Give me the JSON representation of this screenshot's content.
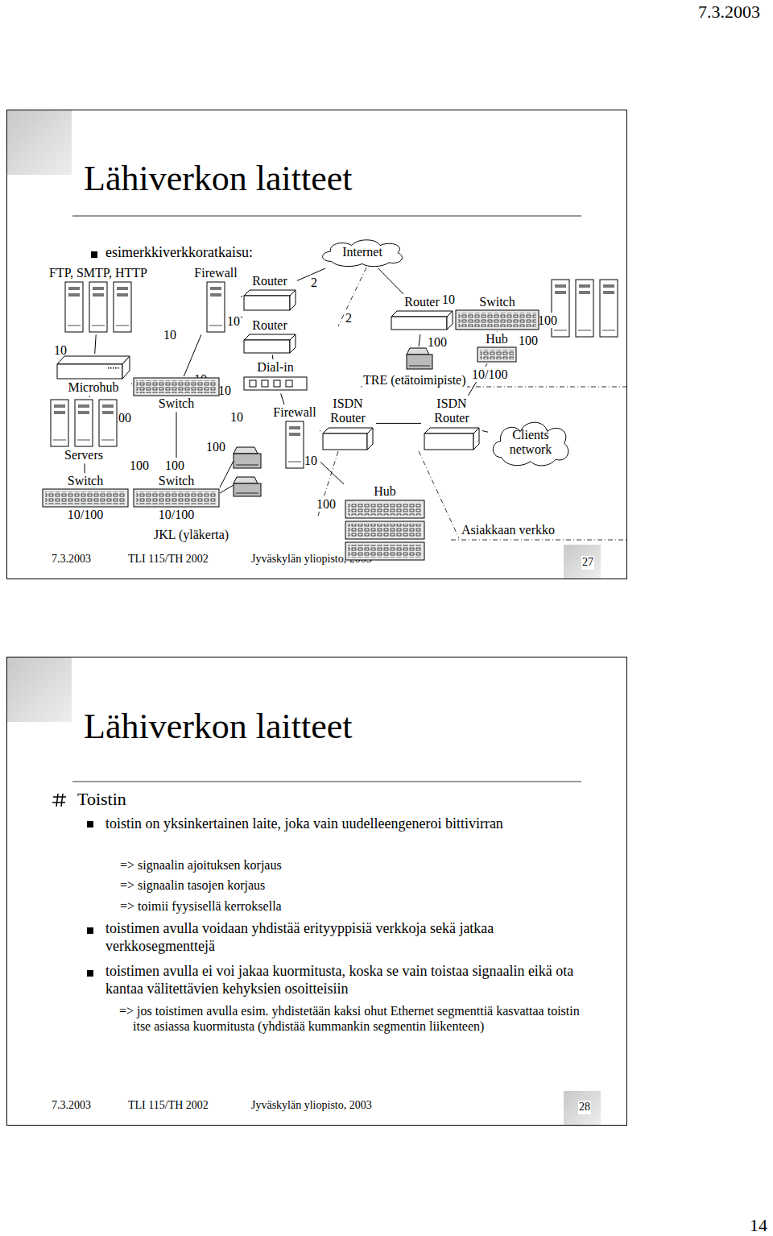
{
  "diagram": {
    "nodes": [
      {
        "text": [
          "FTP, SMTP, HTTP"
        ]
      },
      {
        "text": [
          "Firewall"
        ]
      },
      {
        "text": [
          "Router"
        ]
      },
      {
        "text": [
          "Router"
        ]
      },
      {
        "text": [
          "Dial-in"
        ]
      },
      {
        "text": [
          "Internet"
        ]
      },
      {
        "text": [
          "Microhub"
        ]
      },
      {
        "text": [
          "Switch"
        ]
      },
      {
        "text": [
          "Firewall"
        ]
      },
      {
        "text": [
          "ISDN Router"
        ]
      },
      {
        "text": [
          "Router"
        ]
      },
      {
        "text": [
          "Switch"
        ]
      },
      {
        "text": [
          "Hub"
        ]
      },
      {
        "text": [
          "ISDN Router"
        ]
      },
      {
        "text": [
          "Clients network"
        ]
      },
      {
        "text": [
          "Servers"
        ]
      },
      {
        "text": [
          "Switch",
          "10/100"
        ]
      },
      {
        "text": [
          "Switch",
          "10/100"
        ]
      },
      {
        "text": [
          "Hub"
        ]
      }
    ],
    "edges": [
      {
        "from": 0,
        "to": 6,
        "arrow": "none"
      },
      {
        "from": 6,
        "to": 15,
        "arrow": "none"
      },
      {
        "from": 6,
        "to": 7,
        "arrow": "none"
      },
      {
        "from": 7,
        "to": 1,
        "arrow": "none"
      },
      {
        "from": 15,
        "to": 16,
        "arrow": "none"
      },
      {
        "from": 7,
        "to": 17,
        "arrow": "none"
      },
      {
        "from": 1,
        "to": 2,
        "arrow": "none"
      },
      {
        "from": 1,
        "to": 3,
        "arrow": "none"
      },
      {
        "from": 2,
        "to": 5,
        "arrow": "none"
      },
      {
        "from": 3,
        "to": 4,
        "arrow": "none"
      },
      {
        "from": 4,
        "to": 8,
        "arrow": "none"
      },
      {
        "from": 8,
        "to": 9,
        "arrow": "none"
      },
      {
        "from": 9,
        "to": 13,
        "arrow": "none"
      },
      {
        "from": 8,
        "to": 18,
        "arrow": "none"
      },
      {
        "from": 5,
        "to": 10,
        "arrow": "none"
      },
      {
        "from": 10,
        "to": 11,
        "arrow": "none"
      },
      {
        "from": 11,
        "to": 12,
        "arrow": "none"
      },
      {
        "from": 12,
        "to": 13,
        "arrow": "none"
      },
      {
        "from": 13,
        "to": 14,
        "arrow": "none"
      }
    ],
    "labels": [
      "Lähiverkon laitteet",
      "esimerkkiverkkoratkaisu:",
      "2",
      "10",
      "10",
      "10",
      "2",
      "10",
      "100",
      "100",
      "100",
      "10",
      "10",
      "10/100",
      "TRE (etätoimipiste)",
      "100",
      "10",
      "100",
      "10",
      "100",
      "100",
      "100",
      "Asiakkaan verkko",
      "JKL (yläkerta)",
      "7.3.2003",
      "TLI 115/TH 2002",
      "Jyväskylän yliopisto, 2003",
      "27",
      "Lähiverkon laitteet",
      "Toistin",
      "toistin on yksinkertainen laite, joka vain uudelleengeneroi bittivirran",
      "=> signaalin ajoituksen korjaus",
      "=> signaalin tasojen korjaus",
      "=> toimii fyysisellä kerroksella",
      "toistimen avulla voidaan yhdistää erityyppisiä verkkoja sekä jatkaa verkkosegmenttejä",
      "toistimen avulla ei voi jakaa kuormitusta, koska se vain toistaa signaalin eikä ota kantaa välitettävien kehyksien osoitteisiin",
      "=> jos toistimen avulla esim. yhdistetään kaksi ohut Ethernet segmenttiä kasvattaa toistin itse asiassa kuormitusta (yhdistää kummankin segmentin liikenteen)",
      "7.3.2003",
      "TLI 115/TH 2002",
      "Jyväskylän yliopisto, 2003",
      "28",
      "7.3.2003",
      "14"
    ]
  }
}
